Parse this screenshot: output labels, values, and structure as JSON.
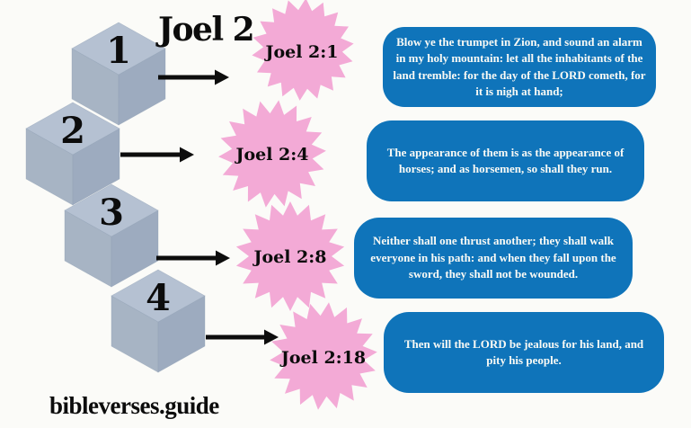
{
  "page": {
    "title": "Joel 2",
    "footer": "bibleverses.guide"
  },
  "colors": {
    "background": "#fbfbf8",
    "verse_box": "#0f74ba",
    "verse_text": "#fafaf5",
    "starburst": "#f3aad6",
    "cube_top": "#b5c1d2",
    "cube_left": "#a7b4c4",
    "cube_right": "#9dabbf",
    "arrow": "#0d0d0d",
    "label_text": "#0c0c0c"
  },
  "steps": [
    {
      "number": "1",
      "reference": "Joel 2:1",
      "verse": "Blow ye the trumpet in Zion, and sound an alarm in my holy mountain: let all the inhabitants of the land tremble: for the day of the LORD cometh, for it is nigh at hand;"
    },
    {
      "number": "2",
      "reference": "Joel 2:4",
      "verse": "The appearance of them is as the appearance of horses; and as horsemen, so shall they run."
    },
    {
      "number": "3",
      "reference": "Joel 2:8",
      "verse": "Neither shall one thrust another; they shall walk everyone in his path: and when they fall upon the sword, they shall not be wounded."
    },
    {
      "number": "4",
      "reference": "Joel 2:18",
      "verse": "Then will the LORD be jealous for his land, and pity his people."
    }
  ]
}
